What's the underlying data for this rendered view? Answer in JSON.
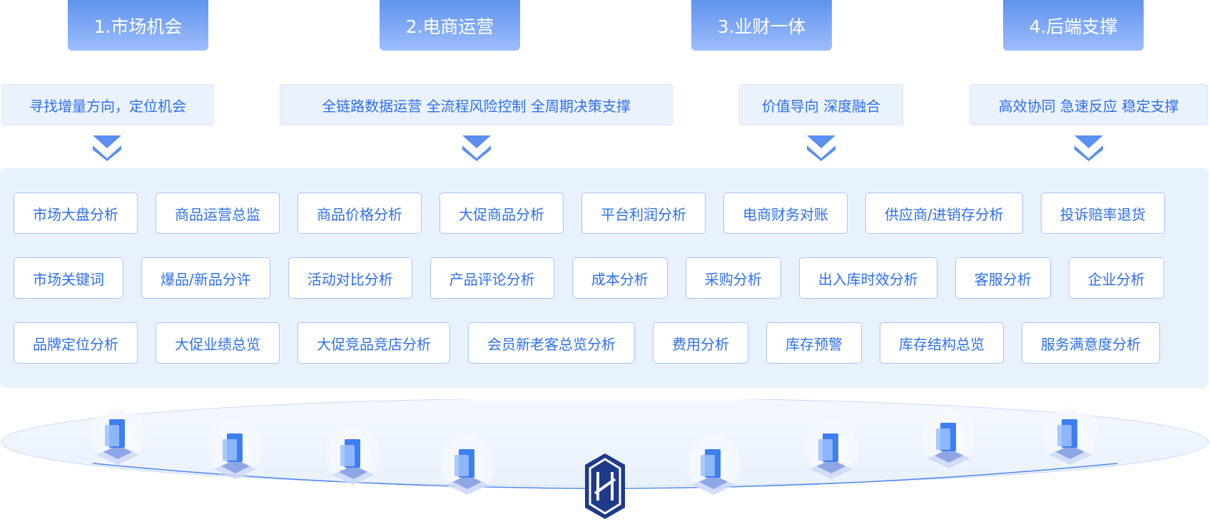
{
  "headers": [
    "1.市场机会",
    "2.电商运营",
    "3.业财一体",
    "4.后端支撑"
  ],
  "subtitles": [
    "寻找增量方向，定位机会",
    "全链路数据运营 全流程风险控制 全周期决策支撑",
    "价值导向 深度融合",
    "高效协同 急速反应 稳定支撑"
  ],
  "rows": [
    [
      "市场大盘分析",
      "商品运营总监",
      "商品价格分析",
      "大促商品分析",
      "平台利润分析",
      "电商财务对账",
      "供应商/进销存分析",
      "投诉赔率退货"
    ],
    [
      "市场关键词",
      "爆品/新品分许",
      "活动对比分析",
      "产品评论分析",
      "成本分析",
      "采购分析",
      "出入库时效分析",
      "客服分析",
      "企业分析"
    ],
    [
      "品牌定位分析",
      "大促业绩总览",
      "大促竞品竞店分析",
      "会员新老客总览分析",
      "费用分析",
      "库存预警",
      "库存结构总览",
      "服务满意度分析"
    ]
  ],
  "colors": {
    "accent": "#2f6ff0",
    "panel": "#e8f1fe",
    "border": "#a9c6fb",
    "logo": "#1e3a8a"
  }
}
